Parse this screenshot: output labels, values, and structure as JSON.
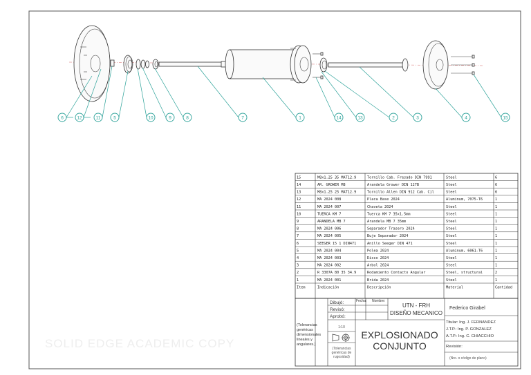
{
  "drawing": {
    "balloons": [
      "6",
      "12",
      "11",
      "5",
      "10",
      "9",
      "8",
      "7",
      "1",
      "14",
      "13",
      "2",
      "3",
      "4",
      "15"
    ]
  },
  "bom": {
    "headers": {
      "item": "Item",
      "id": "Indicación",
      "desc": "Descripción",
      "mat": "Material",
      "qty": "Cantidad"
    },
    "rows": [
      {
        "item": "15",
        "id": "M8x1.25 35 MAT12.9",
        "desc": "Tornillo Cab. Fresado DIN 7991",
        "mat": "Steel",
        "qty": "6"
      },
      {
        "item": "14",
        "id": "AR. GROWER M8",
        "desc": "Arandela Grower DIN 127B",
        "mat": "Steel",
        "qty": "6"
      },
      {
        "item": "13",
        "id": "M8x1.25 25 MAT12.9",
        "desc": "Tornillo Allen DIN 912 Cab. Cil",
        "mat": "Steel",
        "qty": "6"
      },
      {
        "item": "12",
        "id": "MA 2024 008",
        "desc": "Placa Base 2024",
        "mat": "Aluminum, 7075-T6",
        "qty": "1"
      },
      {
        "item": "11",
        "id": "MA 2024 007",
        "desc": "Chaveta 2024",
        "mat": "Steel",
        "qty": "1"
      },
      {
        "item": "10",
        "id": "TUERCA KM 7",
        "desc": "Tuerca KM 7 35x1.5mm",
        "mat": "Steel",
        "qty": "1"
      },
      {
        "item": "9",
        "id": "ARANDELA MB 7",
        "desc": "Arandela  MB 7 35mm",
        "mat": "Steel",
        "qty": "1"
      },
      {
        "item": "8",
        "id": "MA 2024 006",
        "desc": "Separador Trasero 2024",
        "mat": "Steel",
        "qty": "1"
      },
      {
        "item": "7",
        "id": "MA 2024 005",
        "desc": "Buje Separador 2024",
        "mat": "Steel",
        "qty": "1"
      },
      {
        "item": "6",
        "id": "SEEGER 15 1 DIN471",
        "desc": "Anillo Seeger DIN 471",
        "mat": "Steel",
        "qty": "1"
      },
      {
        "item": "5",
        "id": "MA 2024 004",
        "desc": "Polea 2024",
        "mat": "Aluminum, 6061-T6",
        "qty": "1"
      },
      {
        "item": "4",
        "id": "MA 2024 003",
        "desc": "Disco 2024",
        "mat": "Steel",
        "qty": "1"
      },
      {
        "item": "3",
        "id": "MA 2024 002",
        "desc": "Arbol 2024",
        "mat": "Steel",
        "qty": "1"
      },
      {
        "item": "2",
        "id": "R 3307A 80 35 34.9",
        "desc": "Rodamiento Contacto Angular",
        "mat": "Steel, structural",
        "qty": "2"
      },
      {
        "item": "1",
        "id": "MA 2024 001",
        "desc": "Brida 2024",
        "mat": "Steel",
        "qty": "1"
      }
    ]
  },
  "title_block": {
    "dibujo": "Dibujó:",
    "reviso": "Revisó:",
    "aprobo": "Aprobó:",
    "fecha": "Fecha:",
    "nombre": "Nombre:",
    "tolerances": [
      "(Tolerancias",
      "genéricas",
      "dimensionales",
      "lineales y",
      "angulares.)"
    ],
    "scale": "1:10",
    "tol_note": [
      "(Tolerancias",
      "genéricas de",
      "rugosidad)"
    ],
    "institution": "UTN - FRH",
    "department": "DISEÑO MECANICO",
    "title_line1": "EXPLOSIONADO",
    "title_line2": "CONJUNTO",
    "author": "Federico Girabel",
    "titular": "Titular: Ing. J. FERNANDEZ",
    "jtp": "J.T.P.: Ing. P. GONZALEZ",
    "atp": "A.T.P.: Ing. C. CHIACCHIO",
    "revision": "Revisión:",
    "plan_no": "(Nro. o código de plano)"
  },
  "watermark": "SOLID EDGE ACADEMIC COPY"
}
